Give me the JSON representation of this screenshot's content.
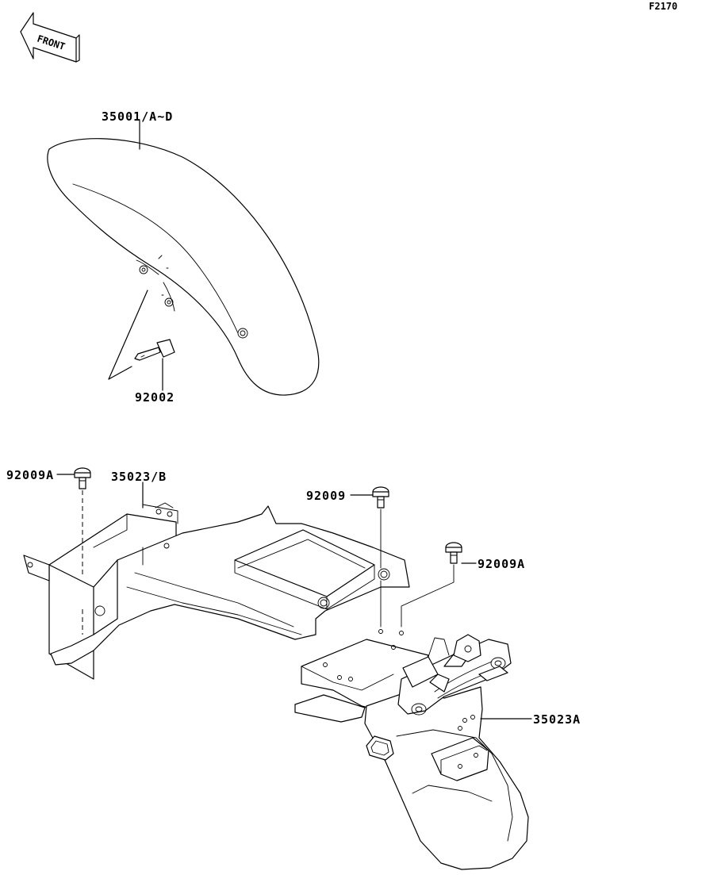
{
  "figure_code": "F2170",
  "front_label": "FRONT",
  "parts": {
    "front_fender": "35001/A~D",
    "fender_bolt": "92002",
    "bolt_left": "92009A",
    "rear_inner_fender": "35023/B",
    "bolt_center": "92009",
    "bolt_right": "92009A",
    "rear_fender": "35023A"
  }
}
